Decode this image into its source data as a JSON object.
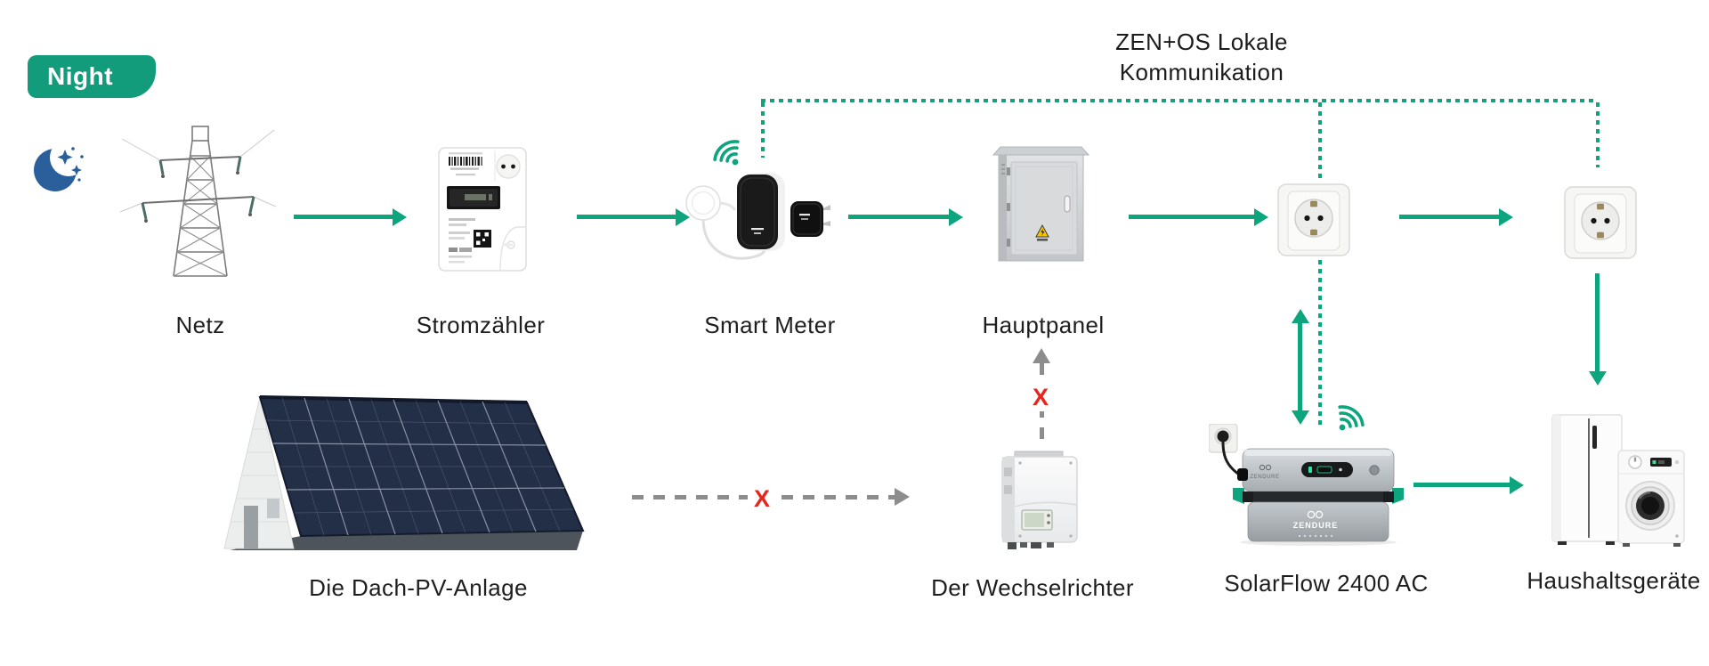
{
  "badge": {
    "label": "Night"
  },
  "annotation": {
    "line1": "ZEN+OS Lokale",
    "line2": "Kommunikation"
  },
  "nodes": {
    "netz": {
      "label": "Netz"
    },
    "stromzaehler": {
      "label": "Stromzähler"
    },
    "smart_meter": {
      "label": "Smart Meter"
    },
    "hauptpanel": {
      "label": "Hauptpanel"
    },
    "pv_anlage": {
      "label": "Die Dach-PV-Anlage"
    },
    "wechselrichter": {
      "label": "Der Wechselrichter"
    },
    "solarflow": {
      "label": "SolarFlow 2400 AC",
      "brand": "ZENDURE"
    },
    "haushaltsgeraete": {
      "label": "Haushaltsgeräte"
    }
  },
  "markers": {
    "blocked": "X"
  },
  "colors": {
    "flow_green": "#0ca57d",
    "badge_green": "#129c7c",
    "moon_blue": "#2b5f9b",
    "blocked_red": "#e8251d",
    "inactive_gray": "#8d8d8d",
    "warning_yellow": "#f6c500"
  },
  "icons": {
    "moon": "crescent-moon-with-stars",
    "wifi_smart_meter": "wifi-signal",
    "wifi_solarflow": "wifi-signal",
    "warning": "warning-triangle"
  }
}
